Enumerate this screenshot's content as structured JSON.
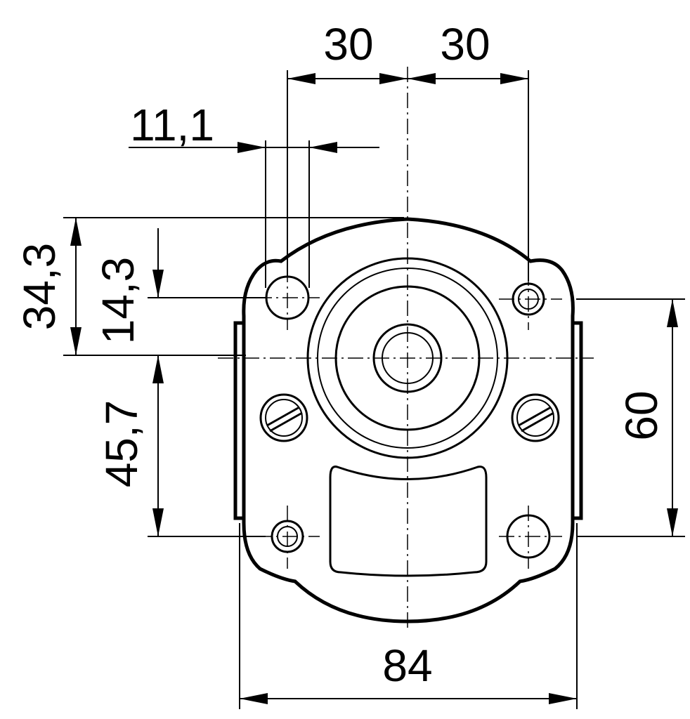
{
  "drawing": {
    "dimensions": {
      "hole_spacing_left": "30",
      "hole_spacing_right": "30",
      "slot_width": "11,1",
      "top_to_axis": "34,3",
      "upper_holes_to_axis": "14,3",
      "axis_to_lower_holes": "45,7",
      "hole_vertical_spacing": "60",
      "overall_width": "84"
    }
  }
}
